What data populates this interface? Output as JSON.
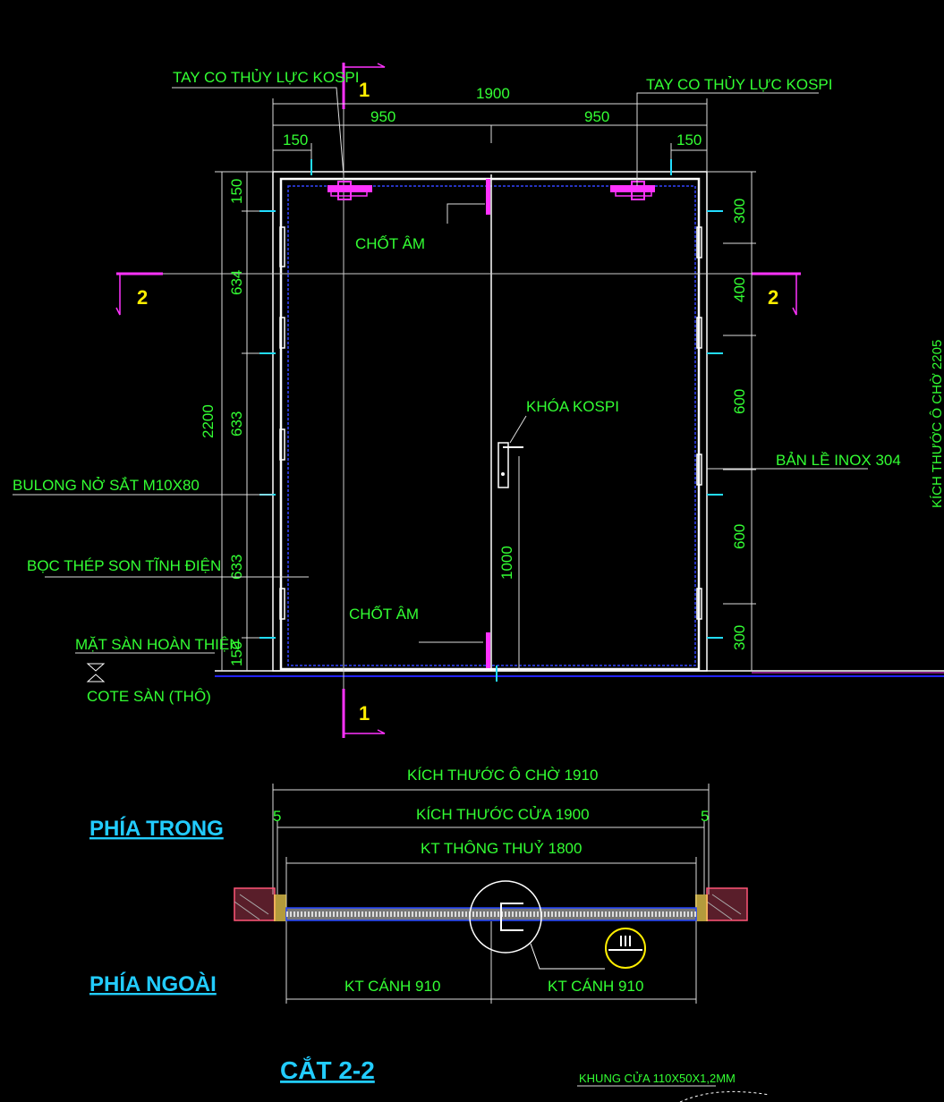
{
  "labels": {
    "closer_left": "TAY CO THỦY LỰC KOSPI",
    "closer_right": "TAY CO THỦY LỰC KOSPI",
    "bolt_top": "CHỐT ÂM",
    "bolt_bottom": "CHỐT ÂM",
    "lock": "KHÓA KOSPI",
    "hinge": "BẢN LỀ INOX 304",
    "anchor_bolt": "BULONG NỞ SẮT M10X80",
    "steel_cover": "BỌC THÉP SON TĨNH ĐIỆN",
    "finished_floor": "MẶT SÀN HOÀN THIỆN",
    "rough_floor": "COTE SÀN (THÔ)",
    "opening_height": "KÍCH THƯỚC Ô CHỜ 2205",
    "opening_width": "KÍCH THƯỚC Ô CHỜ 1910",
    "door_width": "KÍCH THƯỚC CỬA 1900",
    "clear_width": "KT THÔNG THUỶ 1800",
    "leaf_left": "KT CÁNH 910",
    "leaf_right": "KT CÁNH 910",
    "inside": "PHÍA TRONG",
    "outside": "PHÍA NGOÀI",
    "section_title": "CẮT 2-2",
    "frame_note": "KHUNG CỬA 110X50X1,2MM"
  },
  "markers": {
    "section_1_top": "1",
    "section_1_bottom": "1",
    "section_2_left": "2",
    "section_2_right": "2"
  },
  "dims": {
    "total_width": "1900",
    "leaf_left": "950",
    "leaf_right": "950",
    "edge_left": "150",
    "edge_right": "150",
    "height": "2200",
    "left_top": "150",
    "left_1": "634",
    "left_2": "633",
    "left_3": "633",
    "left_bottom": "150",
    "right_top": "300",
    "right_1": "400",
    "right_2": "600",
    "right_3": "600",
    "right_bottom": "300",
    "handle_height": "1000",
    "gap_left": "5",
    "gap_right": "5"
  },
  "colors": {
    "text": "#33ff33",
    "markers": "#ffee00",
    "headings": "#22ccff",
    "hardware": "#ff33ff",
    "anchors": "#22ddff",
    "lines": "#ffffff"
  }
}
